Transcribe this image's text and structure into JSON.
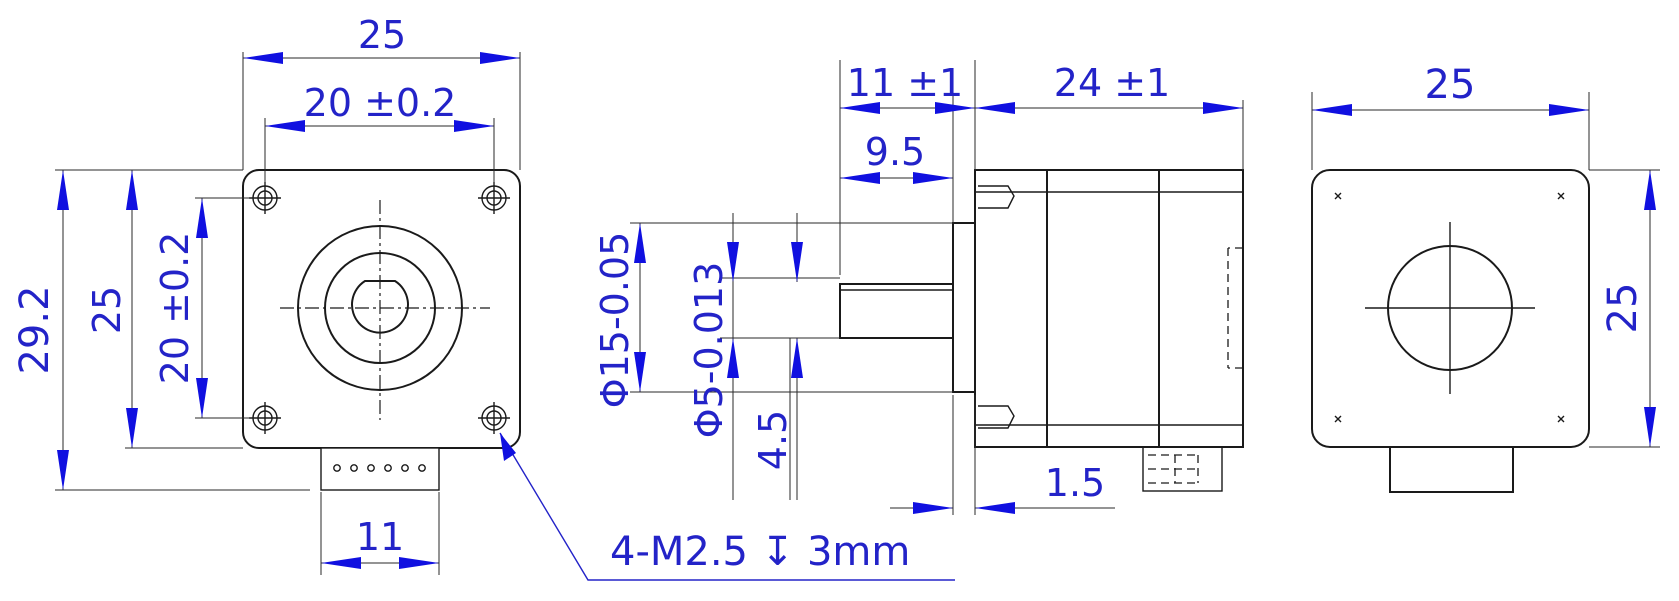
{
  "front_view": {
    "width_overall": "25",
    "hole_spacing_x": "20 ±0.2",
    "height_overall": "29.2",
    "height_body": "25",
    "hole_spacing_y": "20 ±0.2",
    "connector_width": "11"
  },
  "side_view": {
    "shaft_length": "11 ±1",
    "body_length": "24 ±1",
    "shaft_shoulder": "9.5",
    "boss_diameter": "Φ15-0.05",
    "shaft_diameter": "Φ5-0.013",
    "flat_depth": "4.5",
    "boss_thickness": "1.5"
  },
  "rear_view": {
    "width": "25",
    "height": "25"
  },
  "callout": {
    "mounting_holes": "4-M2.5 ↧ 3mm"
  },
  "colors": {
    "dimension_text": "#2323c8",
    "arrow": "#1010e0",
    "outline": "#1a1a1a"
  }
}
